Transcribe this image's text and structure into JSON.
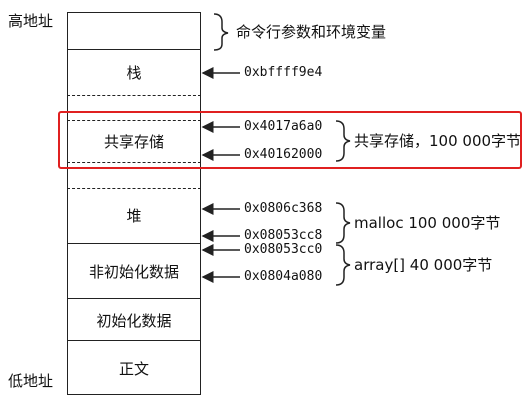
{
  "side_labels": {
    "high": "高地址",
    "low": "低地址"
  },
  "segments": {
    "args_env": "",
    "stack": "栈",
    "shared": "共享存储",
    "heap": "堆",
    "uninit": "非初始化数据",
    "init": "初始化数据",
    "text": "正文"
  },
  "annotations": {
    "args_env": "命令行参数和环境变量",
    "shared": "共享存储，100 000字节",
    "malloc": "malloc 100 000字节",
    "array": "array[] 40 000字节"
  },
  "addresses": {
    "stack": "0xbffff9e4",
    "shared_top": "0x4017a6a0",
    "shared_bottom": "0x40162000",
    "heap_top": "0x0806c368",
    "heap_bottom": "0x08053cc8",
    "bss_top": "0x08053cc0",
    "bss_bottom": "0x0804a080"
  },
  "colors": {
    "highlight": "#e02020",
    "line": "#222222"
  }
}
